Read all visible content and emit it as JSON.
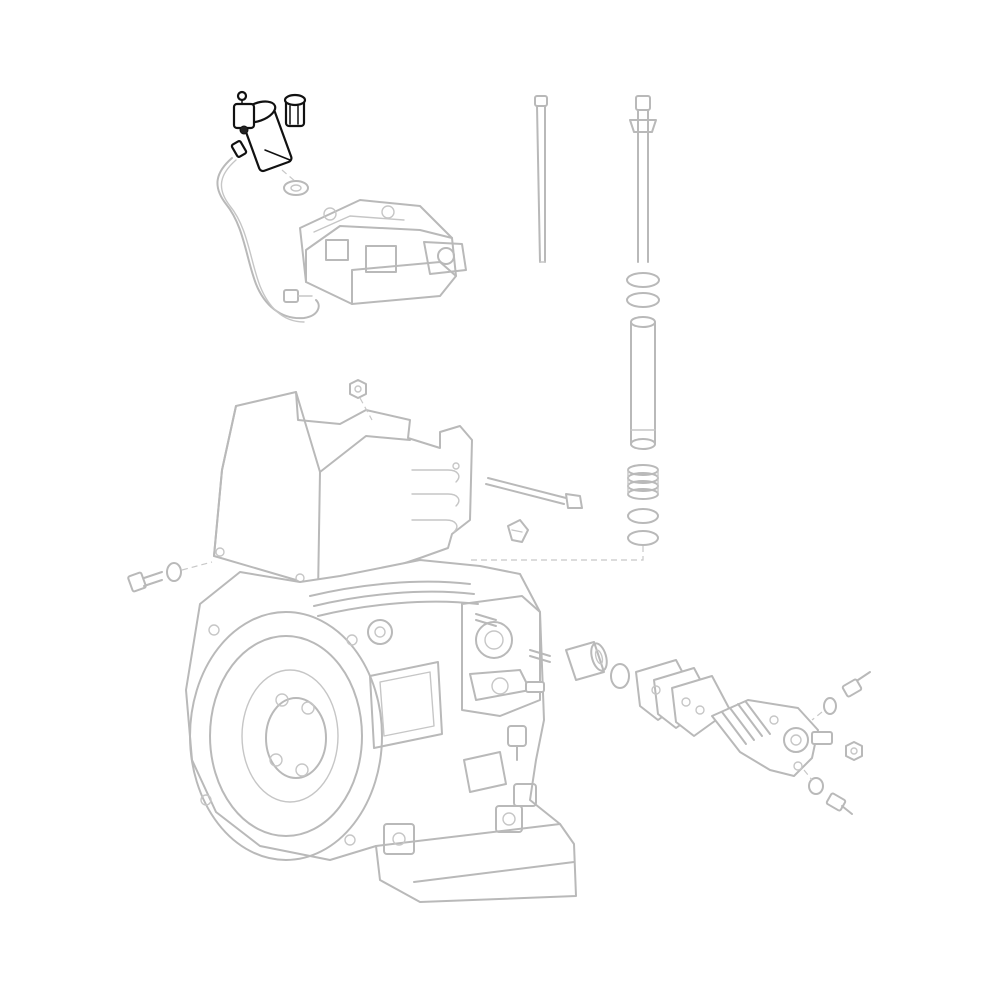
{
  "diagram": {
    "type": "exploded-parts-view",
    "subject": "engine",
    "highlighted_part": "injector-assembly",
    "colors": {
      "background": "#ffffff",
      "line_faint": "#b9b9b9",
      "line_highlight": "#111111"
    }
  }
}
